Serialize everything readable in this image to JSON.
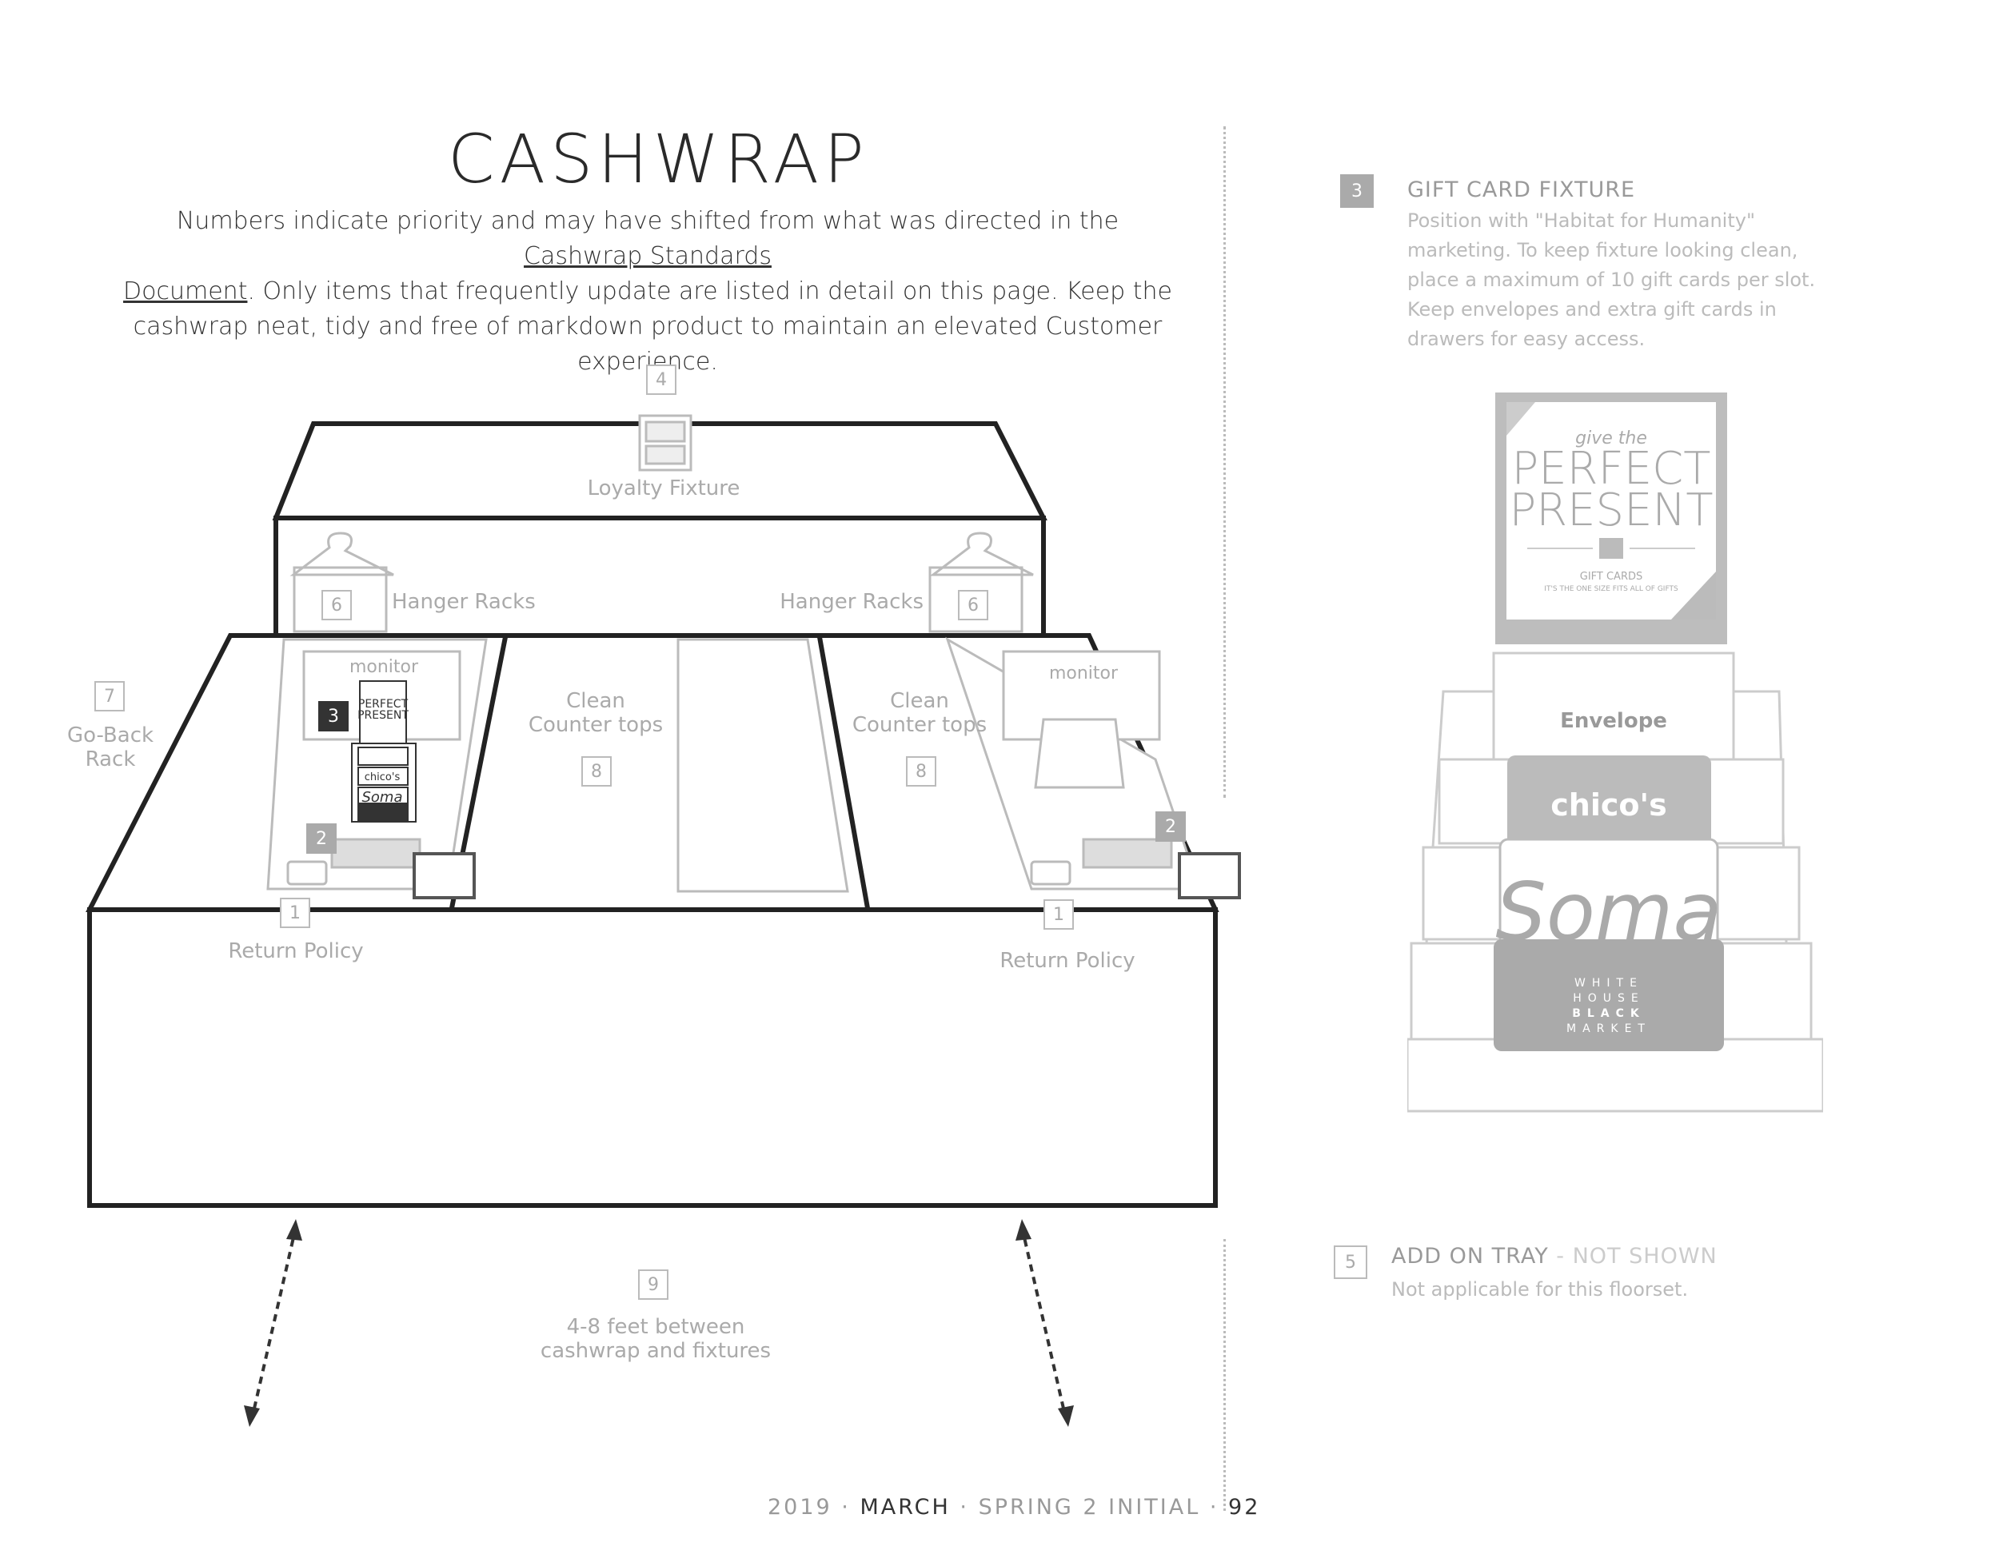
{
  "title": "CASHWRAP",
  "intro": {
    "before_link": "Numbers indicate priority and may have shifted from what was directed in the ",
    "link1": "Cashwrap Standards ",
    "link2": "Document",
    "after_link": ". Only items that frequently update are listed in detail on this page. Keep the cashwrap neat, tidy and free of markdown product to maintain an elevated Customer experience."
  },
  "diagram": {
    "loyalty": {
      "num": "4",
      "label": "Loyalty Fixture"
    },
    "hanger_left": {
      "num": "6",
      "label": "Hanger Racks"
    },
    "hanger_right": {
      "num": "6",
      "label": "Hanger Racks"
    },
    "goback": {
      "num": "7",
      "label_line1": "Go-Back",
      "label_line2": "Rack"
    },
    "monitor_left": "monitor",
    "monitor_right": "monitor",
    "giftcard_num": "3",
    "clean_left": {
      "num": "8",
      "line1": "Clean",
      "line2": "Counter tops"
    },
    "clean_right": {
      "num": "8",
      "line1": "Clean",
      "line2": "Counter tops"
    },
    "addon_left_num": "2",
    "addon_right_num": "2",
    "return_left": {
      "num": "1",
      "label": "Return Policy"
    },
    "return_right": {
      "num": "1",
      "label": "Return Policy"
    },
    "spacing": {
      "num": "9",
      "line1": "4-8 feet between",
      "line2": "cashwrap and fixtures"
    }
  },
  "gift_card": {
    "num": "3",
    "heading": "GIFT CARD FIXTURE",
    "body": [
      "Position with \"Habitat for Humanity\"",
      "marketing. To keep fixture looking clean,",
      "place a maximum of 10 gift cards per slot.",
      "Keep envelopes and extra gift cards in",
      "drawers for easy access."
    ],
    "sign_script": "give the",
    "sign_line1": "PERFECT",
    "sign_line2": "PRESENT",
    "sign_small": "GIFT CARDS",
    "sign_tag": "IT'S THE ONE SIZE FITS ALL OF GIFTS",
    "envelope": "Envelope",
    "card1": "chico's",
    "card2": "Soma",
    "card3": [
      "WHITE",
      "HOUSE",
      "BLACK",
      "MARKET"
    ]
  },
  "add_on": {
    "num": "5",
    "heading": "ADD ON TRAY",
    "heading_suffix": " - NOT SHOWN",
    "body": "Not applicable for this floorset."
  },
  "footer": {
    "year": "2019",
    "month": "MARCH",
    "season": "SPRING 2 INITIAL",
    "page": "92"
  },
  "colors": {
    "ink": "#2a2a2a",
    "muted": "#aaaaaa",
    "line": "#bbbbbb"
  }
}
